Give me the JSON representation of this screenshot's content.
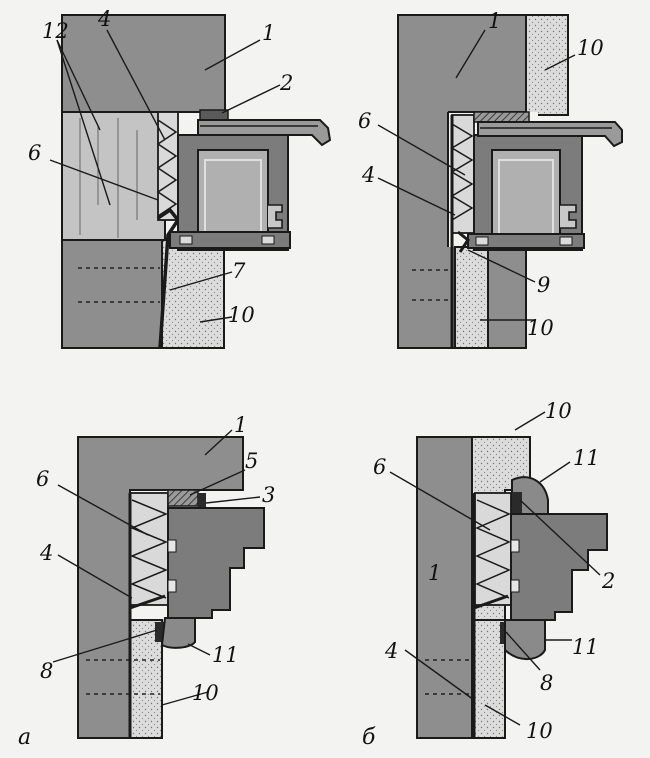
{
  "labels": {
    "n1": "1",
    "n2": "2",
    "n3": "3",
    "n4": "4",
    "n5": "5",
    "n6": "6",
    "n7": "7",
    "n8": "8",
    "n9": "9",
    "n10": "10",
    "n11": "11",
    "n12": "12"
  },
  "panels": {
    "a": "а",
    "b": "б"
  },
  "colors": {
    "background": "#f3f3f1",
    "wall": "#8e8e8e",
    "wall_light": "#b3b3b3",
    "brick": "#c4c4c4",
    "plaster": "#dcdcdc",
    "insulation": "#d9d9d9",
    "frame": "#7c7c7c",
    "glass_fill": "#b0b0b0",
    "line": "#1a1a1a"
  }
}
